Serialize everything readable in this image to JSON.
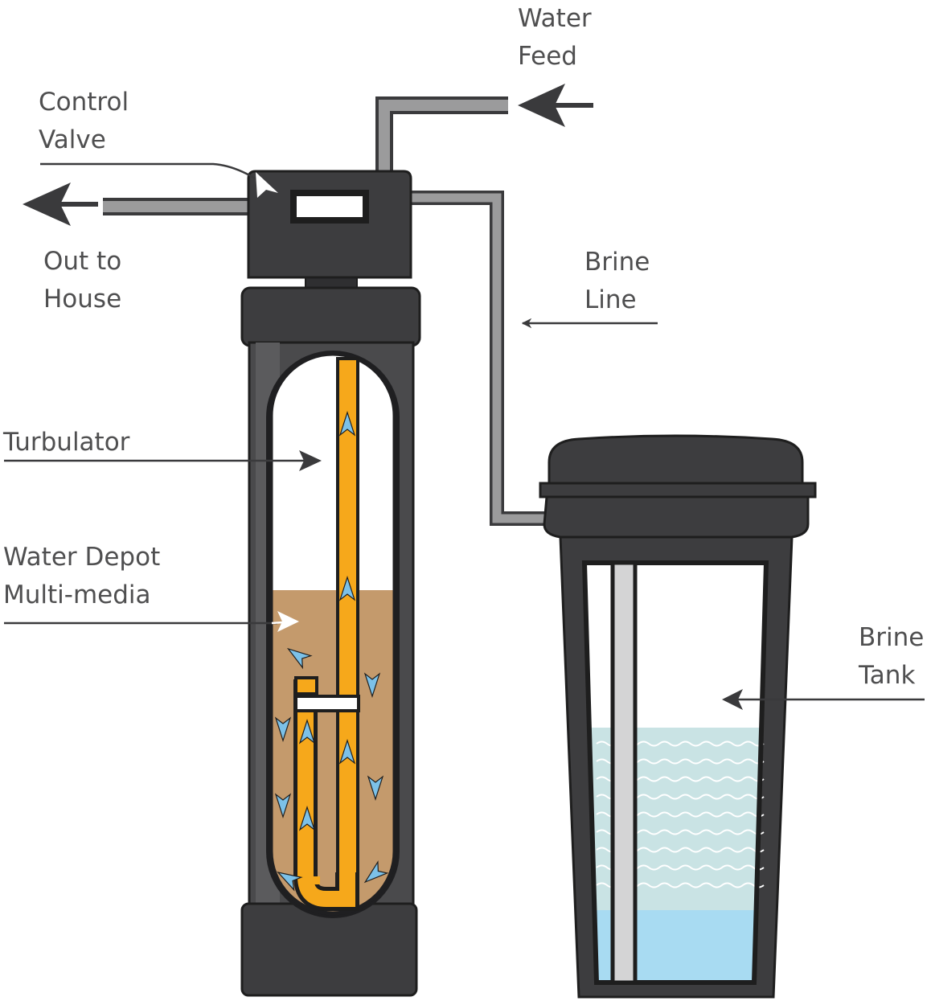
{
  "labels": {
    "water_feed": [
      "Water",
      "Feed"
    ],
    "control_valve": [
      "Control",
      "Valve"
    ],
    "out_to_house": [
      "Out to",
      "House"
    ],
    "brine_line": [
      "Brine",
      "Line"
    ],
    "turbulator": [
      "Turbulator"
    ],
    "multimedia": [
      "Water Depot",
      "Multi-media"
    ],
    "brine_tank": [
      "Brine",
      "Tank"
    ]
  },
  "colors": {
    "tank_dark": "#3a3a3c",
    "pipe_gray": "#9b9b9c",
    "riser_orange": "#f6a81b",
    "media_brown": "#c49a6c",
    "brine_water": "#c9e3e4",
    "brine_bottom": "#a8dbf2",
    "flow_arrow": "#7cc1e8",
    "label_text": "#4f4f50"
  }
}
